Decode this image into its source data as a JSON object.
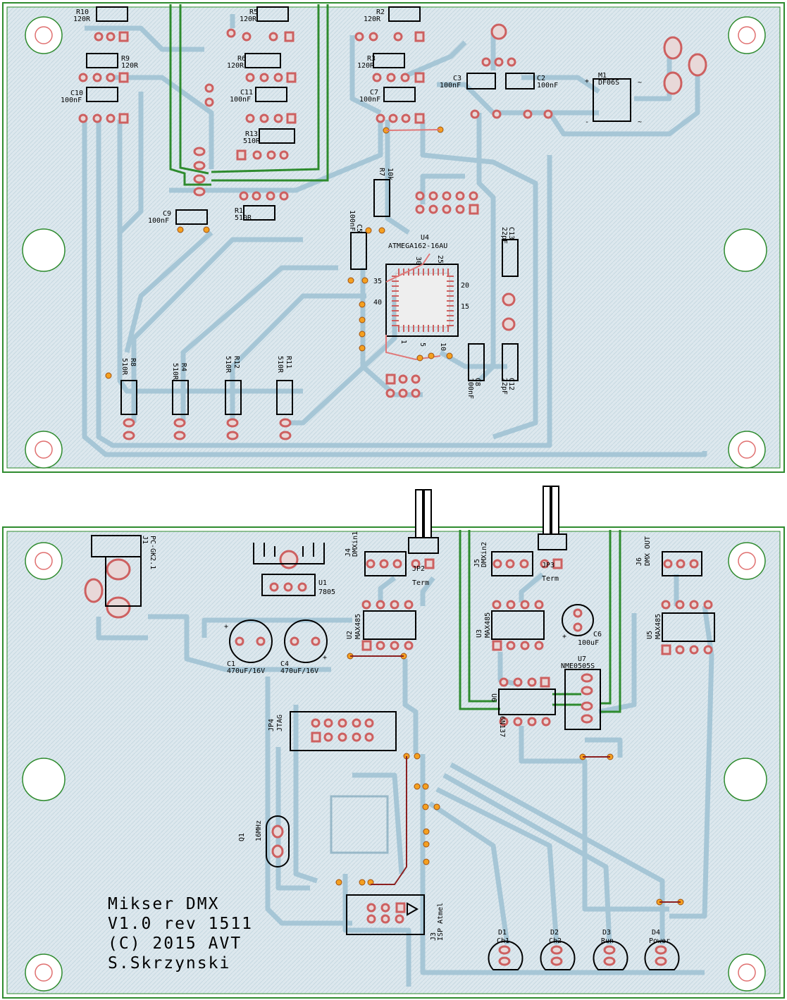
{
  "board_top": {
    "components": [
      {
        "ref": "R10",
        "value": "120R"
      },
      {
        "ref": "R5",
        "value": "120R"
      },
      {
        "ref": "R2",
        "value": "120R"
      },
      {
        "ref": "R9",
        "value": "120R"
      },
      {
        "ref": "R6",
        "value": "120R"
      },
      {
        "ref": "R3",
        "value": "120R"
      },
      {
        "ref": "C10",
        "value": "100nF"
      },
      {
        "ref": "C11",
        "value": "100nF"
      },
      {
        "ref": "C7",
        "value": "100nF"
      },
      {
        "ref": "C3",
        "value": "100nF"
      },
      {
        "ref": "C2",
        "value": "100nF"
      },
      {
        "ref": "M1",
        "value": "DF06S"
      },
      {
        "ref": "R13",
        "value": "510R"
      },
      {
        "ref": "R1",
        "value": "510R"
      },
      {
        "ref": "C9",
        "value": "100nF"
      },
      {
        "ref": "R7",
        "value": "10k"
      },
      {
        "ref": "C5",
        "value": "100nF"
      },
      {
        "ref": "U4",
        "value": "ATMEGA162-16AU"
      },
      {
        "ref": "C13",
        "value": "22pF"
      },
      {
        "ref": "C8",
        "value": "100nF"
      },
      {
        "ref": "C12",
        "value": "22pF"
      },
      {
        "ref": "R8",
        "value": "510R"
      },
      {
        "ref": "R4",
        "value": "510R"
      },
      {
        "ref": "R12",
        "value": "510R"
      },
      {
        "ref": "R11",
        "value": "510R"
      }
    ],
    "pin_numbers": [
      "30",
      "25",
      "35",
      "20",
      "40",
      "15",
      "1",
      "5",
      "10"
    ],
    "bridge_signs": [
      "+",
      "-",
      "~",
      "~"
    ]
  },
  "board_bottom": {
    "components": [
      {
        "ref": "J1",
        "value": "PC-GK2.1"
      },
      {
        "ref": "U1",
        "value": "7805"
      },
      {
        "ref": "J4",
        "value": "DMXin1"
      },
      {
        "ref": "JP2",
        "value": "Term"
      },
      {
        "ref": "J5",
        "value": "DMXin2"
      },
      {
        "ref": "JP3",
        "value": "Term"
      },
      {
        "ref": "J6",
        "value": "DMX OUT"
      },
      {
        "ref": "U2",
        "value": "MAX485"
      },
      {
        "ref": "U3",
        "value": "MAX485"
      },
      {
        "ref": "U5",
        "value": "MAX485"
      },
      {
        "ref": "C6",
        "value": "100uF"
      },
      {
        "ref": "C1",
        "value": "470uF/16V"
      },
      {
        "ref": "C4",
        "value": "470uF/16V"
      },
      {
        "ref": "U7",
        "value": "NME0505S"
      },
      {
        "ref": "U6",
        "value": "6N137"
      },
      {
        "ref": "JP4",
        "value": "JTAG"
      },
      {
        "ref": "Q1",
        "value": "16MHz"
      },
      {
        "ref": "J3",
        "value": "ISP Atmel"
      },
      {
        "ref": "D1",
        "value": "Ch1"
      },
      {
        "ref": "D2",
        "value": "Ch2"
      },
      {
        "ref": "D3",
        "value": "Run"
      },
      {
        "ref": "D4",
        "value": "Power"
      }
    ],
    "signature": [
      "Mikser DMX",
      "V1.0 rev 1511",
      "(C) 2015 AVT",
      "S.Skrzynski"
    ],
    "polarity_signs": [
      "+",
      "+",
      "+"
    ]
  },
  "colors": {
    "copper_fill": "#d6e4ec",
    "trace": "#a6c6d6",
    "pad": "#cd6060",
    "outline": "#2e8b2e",
    "silk": "#000000",
    "via": "#f4a020"
  }
}
